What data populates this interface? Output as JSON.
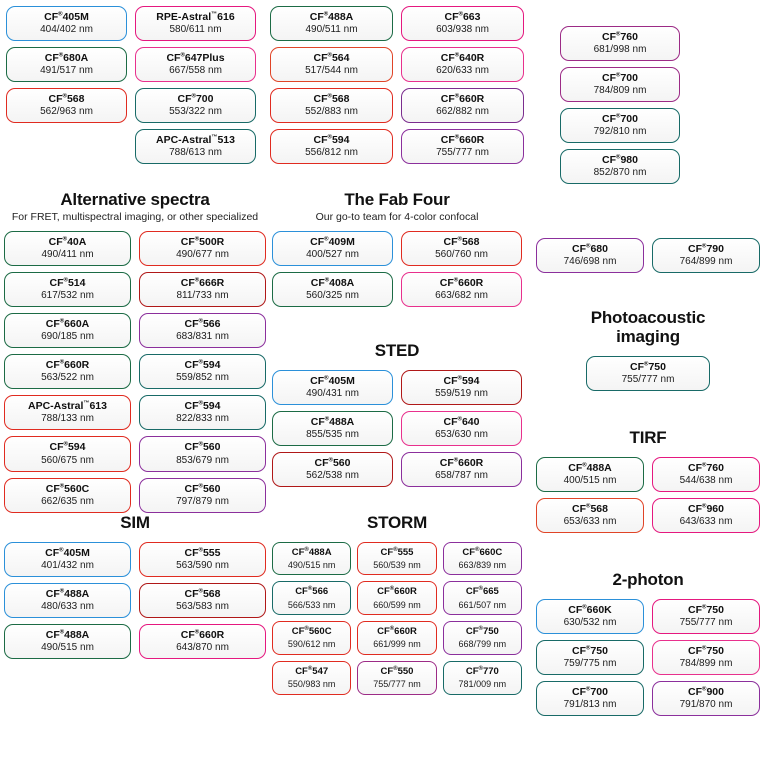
{
  "meta": {
    "registered_mark": "®",
    "trademark_mark": "™",
    "unit": "nm"
  },
  "colors": {
    "blue": "#2b90d9",
    "green": "#1c6b45",
    "teal": "#186a67",
    "red": "#e02b20",
    "orange_red": "#e04427",
    "magenta": "#e5187f",
    "pink": "#e8308d",
    "purple": "#7b2d8e",
    "violet": "#8b2f9c",
    "plum": "#9c2b86",
    "dark_red": "#b01818",
    "crimson": "#c0152a"
  },
  "sections": [
    {
      "id": "top-left",
      "title": "",
      "subtitle": "",
      "columns": 2,
      "items": [
        {
          "name": "CF",
          "code": "405M",
          "mark": "reg",
          "spec": "404/402 nm",
          "color": "blue"
        },
        {
          "name": "RPE-Astral",
          "code": "616",
          "mark": "tm",
          "spec": "580/611 nm",
          "color": "magenta"
        },
        {
          "name": "CF",
          "code": "680A",
          "mark": "reg",
          "spec": "491/517 nm",
          "color": "green"
        },
        {
          "name": "CF",
          "code": "647Plus",
          "mark": "reg",
          "spec": "667/558 nm",
          "color": "pink"
        },
        {
          "name": "CF",
          "code": "568",
          "mark": "reg",
          "spec": "562/963 nm",
          "color": "red"
        },
        {
          "name": "CF",
          "code": "700",
          "mark": "reg",
          "spec": "553/322 nm",
          "color": "teal"
        },
        {
          "name": "",
          "code": "",
          "mark": "",
          "spec": "",
          "color": ""
        },
        {
          "name": "APC-Astral",
          "code": "513",
          "mark": "tm",
          "spec": "788/613 nm",
          "color": "teal"
        }
      ]
    },
    {
      "id": "top-middle",
      "title": "",
      "subtitle": "",
      "columns": 2,
      "items": [
        {
          "name": "CF",
          "code": "488A",
          "mark": "reg",
          "spec": "490/511 nm",
          "color": "green"
        },
        {
          "name": "CF",
          "code": "663",
          "mark": "reg",
          "spec": "603/938 nm",
          "color": "magenta"
        },
        {
          "name": "CF",
          "code": "564",
          "mark": "reg",
          "spec": "517/544 nm",
          "color": "orange_red"
        },
        {
          "name": "CF",
          "code": "640R",
          "mark": "reg",
          "spec": "620/633 nm",
          "color": "pink"
        },
        {
          "name": "CF",
          "code": "568",
          "mark": "reg",
          "spec": "552/883 nm",
          "color": "red"
        },
        {
          "name": "CF",
          "code": "660R",
          "mark": "reg",
          "spec": "662/882 nm",
          "color": "purple"
        },
        {
          "name": "CF",
          "code": "594",
          "mark": "reg",
          "spec": "556/812 nm",
          "color": "red"
        },
        {
          "name": "CF",
          "code": "660R",
          "mark": "reg",
          "spec": "755/777 nm",
          "color": "violet"
        }
      ]
    },
    {
      "id": "top-right",
      "title": "",
      "subtitle": "",
      "columns": 1,
      "items": [
        {
          "name": "CF",
          "code": "760",
          "mark": "reg",
          "spec": "681/998 nm",
          "color": "plum"
        },
        {
          "name": "CF",
          "code": "700",
          "mark": "reg",
          "spec": "784/809 nm",
          "color": "plum"
        },
        {
          "name": "CF",
          "code": "700",
          "mark": "reg",
          "spec": "792/810 nm",
          "color": "teal"
        },
        {
          "name": "CF",
          "code": "980",
          "mark": "reg",
          "spec": "852/870 nm",
          "color": "teal"
        }
      ]
    },
    {
      "id": "alternative-spectra",
      "title": "Alternative spectra",
      "subtitle": "For FRET, multispectral imaging, or other specialized",
      "columns": 2,
      "items": [
        {
          "name": "CF",
          "code": "40A",
          "mark": "reg",
          "spec": "490/411 nm",
          "color": "green"
        },
        {
          "name": "CF",
          "code": "500R",
          "mark": "reg",
          "spec": "490/677 nm",
          "color": "red"
        },
        {
          "name": "CF",
          "code": "514",
          "mark": "reg",
          "spec": "617/532 nm",
          "color": "green"
        },
        {
          "name": "CF",
          "code": "666R",
          "mark": "reg",
          "spec": "811/733 nm",
          "color": "dark_red"
        },
        {
          "name": "CF",
          "code": "660A",
          "mark": "reg",
          "spec": "690/185 nm",
          "color": "green"
        },
        {
          "name": "CF",
          "code": "566",
          "mark": "reg",
          "spec": "683/831 nm",
          "color": "violet"
        },
        {
          "name": "CF",
          "code": "660R",
          "mark": "reg",
          "spec": "563/522 nm",
          "color": "green"
        },
        {
          "name": "CF",
          "code": "594",
          "mark": "reg",
          "spec": "559/852 nm",
          "color": "teal"
        },
        {
          "name": "APC-Astral",
          "code": "613",
          "mark": "tm",
          "spec": "788/133 nm",
          "color": "red"
        },
        {
          "name": "CF",
          "code": "594",
          "mark": "reg",
          "spec": "822/833 nm",
          "color": "teal"
        },
        {
          "name": "CF",
          "code": "594",
          "mark": "reg",
          "spec": "560/675 nm",
          "color": "red"
        },
        {
          "name": "CF",
          "code": "560",
          "mark": "reg",
          "spec": "853/679 nm",
          "color": "violet"
        },
        {
          "name": "CF",
          "code": "560C",
          "mark": "reg",
          "spec": "662/635 nm",
          "color": "red"
        },
        {
          "name": "CF",
          "code": "560",
          "mark": "reg",
          "spec": "797/879 nm",
          "color": "violet"
        }
      ]
    },
    {
      "id": "fab-four",
      "title": "The Fab Four",
      "subtitle": "Our go-to team for 4-color confocal",
      "columns": 2,
      "items": [
        {
          "name": "CF",
          "code": "409M",
          "mark": "reg",
          "spec": "400/527 nm",
          "color": "blue"
        },
        {
          "name": "CF",
          "code": "568",
          "mark": "reg",
          "spec": "560/760 nm",
          "color": "red"
        },
        {
          "name": "CF",
          "code": "408A",
          "mark": "reg",
          "spec": "560/325 nm",
          "color": "green"
        },
        {
          "name": "CF",
          "code": "660R",
          "mark": "reg",
          "spec": "663/682 nm",
          "color": "pink"
        }
      ]
    },
    {
      "id": "sted",
      "title": "STED",
      "subtitle": "",
      "columns": 2,
      "items": [
        {
          "name": "CF",
          "code": "405M",
          "mark": "reg",
          "spec": "490/431 nm",
          "color": "blue"
        },
        {
          "name": "CF",
          "code": "594",
          "mark": "reg",
          "spec": "559/519 nm",
          "color": "dark_red"
        },
        {
          "name": "CF",
          "code": "488A",
          "mark": "reg",
          "spec": "855/535 nm",
          "color": "green"
        },
        {
          "name": "CF",
          "code": "640",
          "mark": "reg",
          "spec": "653/630 nm",
          "color": "pink"
        },
        {
          "name": "CF",
          "code": "560",
          "mark": "reg",
          "spec": "562/538 nm",
          "color": "dark_red"
        },
        {
          "name": "CF",
          "code": "660R",
          "mark": "reg",
          "spec": "658/787 nm",
          "color": "violet"
        }
      ]
    },
    {
      "id": "sim",
      "title": "SIM",
      "subtitle": "",
      "columns": 2,
      "items": [
        {
          "name": "CF",
          "code": "405M",
          "mark": "reg",
          "spec": "401/432 nm",
          "color": "blue"
        },
        {
          "name": "CF",
          "code": "555",
          "mark": "reg",
          "spec": "563/590 nm",
          "color": "red"
        },
        {
          "name": "CF",
          "code": "488A",
          "mark": "reg",
          "spec": "480/633 nm",
          "color": "blue"
        },
        {
          "name": "CF",
          "code": "568",
          "mark": "reg",
          "spec": "563/583 nm",
          "color": "dark_red"
        },
        {
          "name": "CF",
          "code": "488A",
          "mark": "reg",
          "spec": "490/515 nm",
          "color": "green"
        },
        {
          "name": "CF",
          "code": "660R",
          "mark": "reg",
          "spec": "643/870 nm",
          "color": "magenta"
        }
      ]
    },
    {
      "id": "storm",
      "title": "STORM",
      "subtitle": "",
      "columns": 3,
      "items": [
        {
          "name": "CF",
          "code": "488A",
          "mark": "reg",
          "spec": "490/515 nm",
          "color": "green"
        },
        {
          "name": "CF",
          "code": "555",
          "mark": "reg",
          "spec": "560/539 nm",
          "color": "red"
        },
        {
          "name": "CF",
          "code": "660C",
          "mark": "reg",
          "spec": "663/839 nm",
          "color": "violet"
        },
        {
          "name": "CF",
          "code": "566",
          "mark": "reg",
          "spec": "566/533 nm",
          "color": "teal"
        },
        {
          "name": "CF",
          "code": "660R",
          "mark": "reg",
          "spec": "660/599 nm",
          "color": "red"
        },
        {
          "name": "CF",
          "code": "665",
          "mark": "reg",
          "spec": "661/507 nm",
          "color": "violet"
        },
        {
          "name": "CF",
          "code": "560C",
          "mark": "reg",
          "spec": "590/612 nm",
          "color": "red"
        },
        {
          "name": "CF",
          "code": "660R",
          "mark": "reg",
          "spec": "661/999 nm",
          "color": "red"
        },
        {
          "name": "CF",
          "code": "750",
          "mark": "reg",
          "spec": "668/799 nm",
          "color": "violet"
        },
        {
          "name": "CF",
          "code": "547",
          "mark": "reg",
          "spec": "550/983 nm",
          "color": "red"
        },
        {
          "name": "CF",
          "code": "550",
          "mark": "reg",
          "spec": "755/777 nm",
          "color": "plum"
        },
        {
          "name": "CF",
          "code": "770",
          "mark": "reg",
          "spec": "781/009 nm",
          "color": "teal"
        }
      ]
    },
    {
      "id": "right-pair",
      "title": "",
      "subtitle": "",
      "columns": 2,
      "items": [
        {
          "name": "CF",
          "code": "680",
          "mark": "reg",
          "spec": "746/698 nm",
          "color": "violet"
        },
        {
          "name": "CF",
          "code": "790",
          "mark": "reg",
          "spec": "764/899 nm",
          "color": "teal"
        }
      ]
    },
    {
      "id": "photoacoustic",
      "title": "Photoacoustic imaging",
      "subtitle": "",
      "columns": 1,
      "items": [
        {
          "name": "CF",
          "code": "750",
          "mark": "reg",
          "spec": "755/777 nm",
          "color": "teal"
        }
      ]
    },
    {
      "id": "tirf",
      "title": "TIRF",
      "subtitle": "",
      "columns": 2,
      "items": [
        {
          "name": "CF",
          "code": "488A",
          "mark": "reg",
          "spec": "400/515 nm",
          "color": "green"
        },
        {
          "name": "CF",
          "code": "760",
          "mark": "reg",
          "spec": "544/638 nm",
          "color": "magenta"
        },
        {
          "name": "CF",
          "code": "568",
          "mark": "reg",
          "spec": "653/633 nm",
          "color": "orange_red"
        },
        {
          "name": "CF",
          "code": "960",
          "mark": "reg",
          "spec": "643/633 nm",
          "color": "magenta"
        }
      ]
    },
    {
      "id": "two-photon",
      "title": "2-photon",
      "subtitle": "",
      "columns": 2,
      "items": [
        {
          "name": "CF",
          "code": "660K",
          "mark": "reg",
          "spec": "630/532 nm",
          "color": "blue"
        },
        {
          "name": "CF",
          "code": "750",
          "mark": "reg",
          "spec": "755/777 nm",
          "color": "magenta"
        },
        {
          "name": "CF",
          "code": "750",
          "mark": "reg",
          "spec": "759/775 nm",
          "color": "teal"
        },
        {
          "name": "CF",
          "code": "750",
          "mark": "reg",
          "spec": "784/899 nm",
          "color": "pink"
        },
        {
          "name": "CF",
          "code": "700",
          "mark": "reg",
          "spec": "791/813 nm",
          "color": "teal"
        },
        {
          "name": "CF",
          "code": "900",
          "mark": "reg",
          "spec": "791/870 nm",
          "color": "violet"
        }
      ]
    }
  ],
  "headings": {
    "photoacoustic_line1": "Photoacoustic",
    "photoacoustic_line2": "imaging"
  }
}
